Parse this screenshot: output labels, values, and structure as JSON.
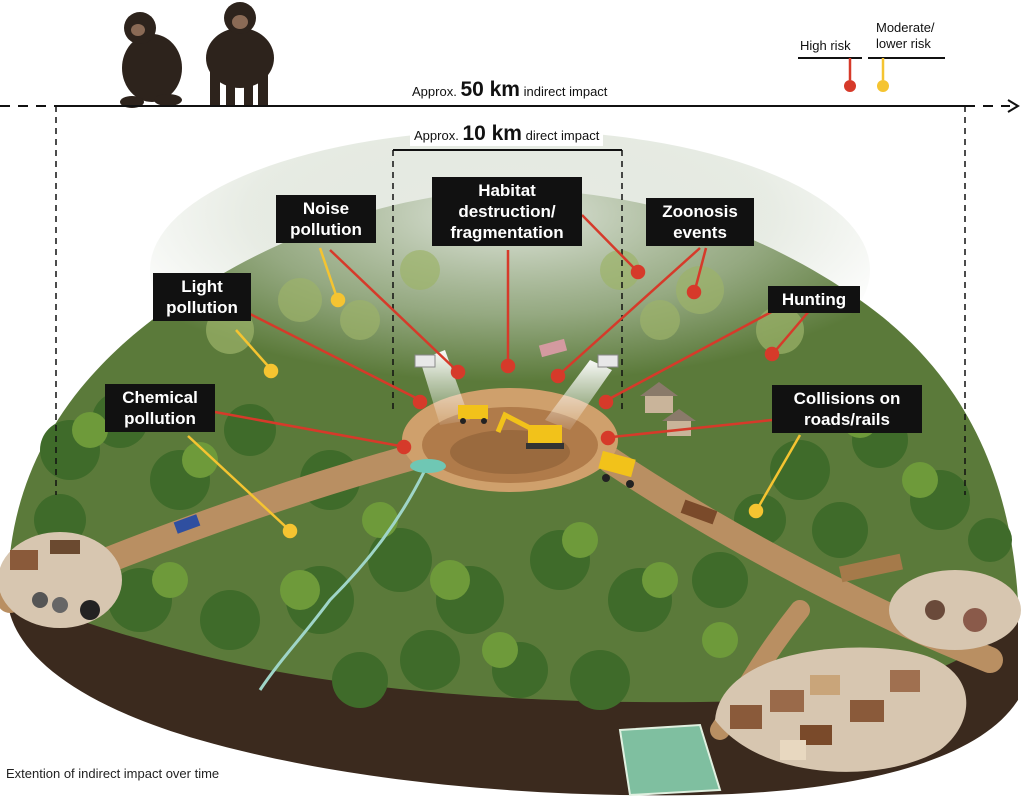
{
  "legend": {
    "high_risk": "High risk",
    "moderate_risk": "Moderate/\nlower risk",
    "colors": {
      "high": "#d63a2a",
      "moderate": "#f5c431"
    }
  },
  "scale": {
    "indirect": {
      "prefix": "Approx.",
      "value": "50 km",
      "suffix": "indirect impact"
    },
    "direct": {
      "prefix": "Approx.",
      "value": "10 km",
      "suffix": "direct impact"
    }
  },
  "labels": {
    "habitat": "Habitat\ndestruction/\nfragmentation",
    "noise": "Noise\npollution",
    "zoonosis": "Zoonosis\nevents",
    "light": "Light\npollution",
    "hunting": "Hunting",
    "chemical": "Chemical\npollution",
    "collisions": "Collisions on\nroads/rails"
  },
  "footer": "Extention of indirect impact over time"
}
